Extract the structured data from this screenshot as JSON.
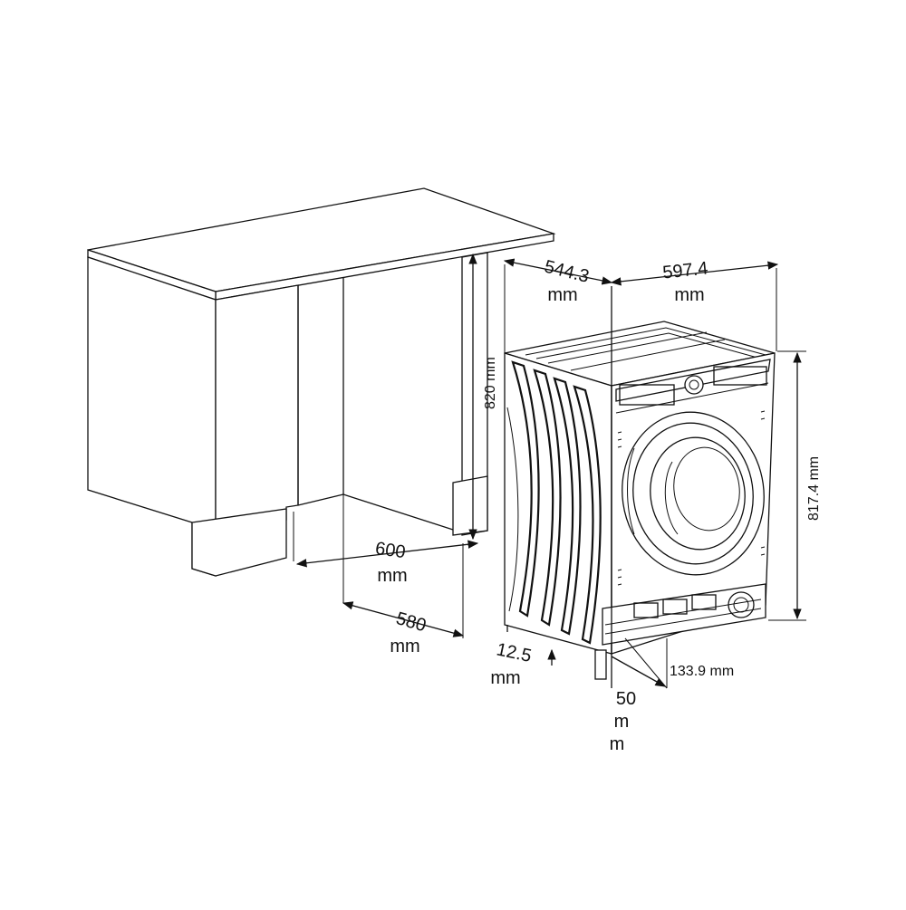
{
  "dimensions": {
    "machine_depth": {
      "value": "544.3",
      "unit": "mm"
    },
    "machine_width": {
      "value": "597.4",
      "unit": "mm"
    },
    "cabinet_height": {
      "text": "820 mm"
    },
    "machine_height": {
      "text": "817.4 mm"
    },
    "cabinet_width": {
      "value": "600",
      "unit": "mm"
    },
    "cabinet_depth": {
      "value": "580",
      "unit": "mm"
    },
    "foot_offset": {
      "value": "12.5",
      "unit": "mm"
    },
    "rear_clearance": {
      "lines": [
        "50",
        "m",
        "m"
      ]
    },
    "front_offset": {
      "text": "133.9 mm"
    }
  }
}
